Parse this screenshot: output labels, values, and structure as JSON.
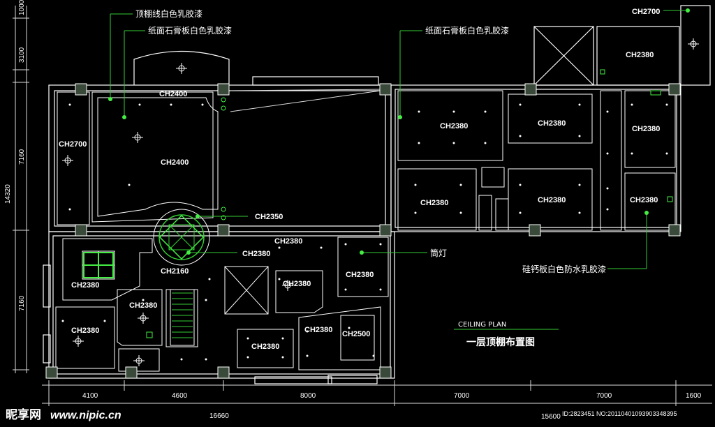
{
  "annotations": {
    "ceiling_trim": "顶棚线白色乳胶漆",
    "gypsum_left": "纸面石膏板白色乳胶漆",
    "gypsum_right": "纸面石膏板白色乳胶漆",
    "downlight": "筒灯",
    "calcium_board": "硅钙板白色防水乳胶漆"
  },
  "rooms": {
    "r_ch2700_top": "CH2700",
    "r_ch2380_tr": "CH2380",
    "r_ch2400_top": "CH2400",
    "r_ch2700_left": "CH2700",
    "r_ch2400_main": "CH2400",
    "r_ch2380_a": "CH2380",
    "r_ch2380_b": "CH2380",
    "r_ch2380_c": "CH2380",
    "r_ch2380_d": "CH2380",
    "r_ch2380_e": "CH2380",
    "r_ch2380_f": "CH2380",
    "r_ch2350": "CH2350",
    "r_ch2380_g": "CH2380",
    "r_ch2380_h": "CH2380",
    "r_ch2160": "CH2160",
    "r_ch2380_i": "CH2380",
    "r_ch2380_j": "CH2380",
    "r_ch2380_k": "CH2380",
    "r_ch2380_l": "CH2380",
    "r_ch2380_m": "CH2380",
    "r_ch2380_n": "CH2380",
    "r_ch2500": "CH2500",
    "r_ch2380_o": "CH2380"
  },
  "dimensions": {
    "left_1000": "1000",
    "left_3100": "3100",
    "left_7160a": "7160",
    "left_14320": "14320",
    "left_7160b": "7160",
    "bot_4100": "4100",
    "bot_4600": "4600",
    "bot_8000": "8000",
    "bot_7000a": "7000",
    "bot_7000b": "7000",
    "bot_1600": "1600",
    "bot_16660": "16660",
    "bot_15600": "15600"
  },
  "title": {
    "english": "CEILING PLAN",
    "chinese": "一层顶棚布置图"
  },
  "watermark": {
    "logo": "昵享网",
    "url": "www.nipic.cn",
    "id": "ID:2823451 NO:20110401093903348395"
  },
  "colors": {
    "wall": "#ffffff",
    "green": "#33cc33",
    "bright_green": "#44ee44",
    "pillar": "#3a4a3a"
  }
}
